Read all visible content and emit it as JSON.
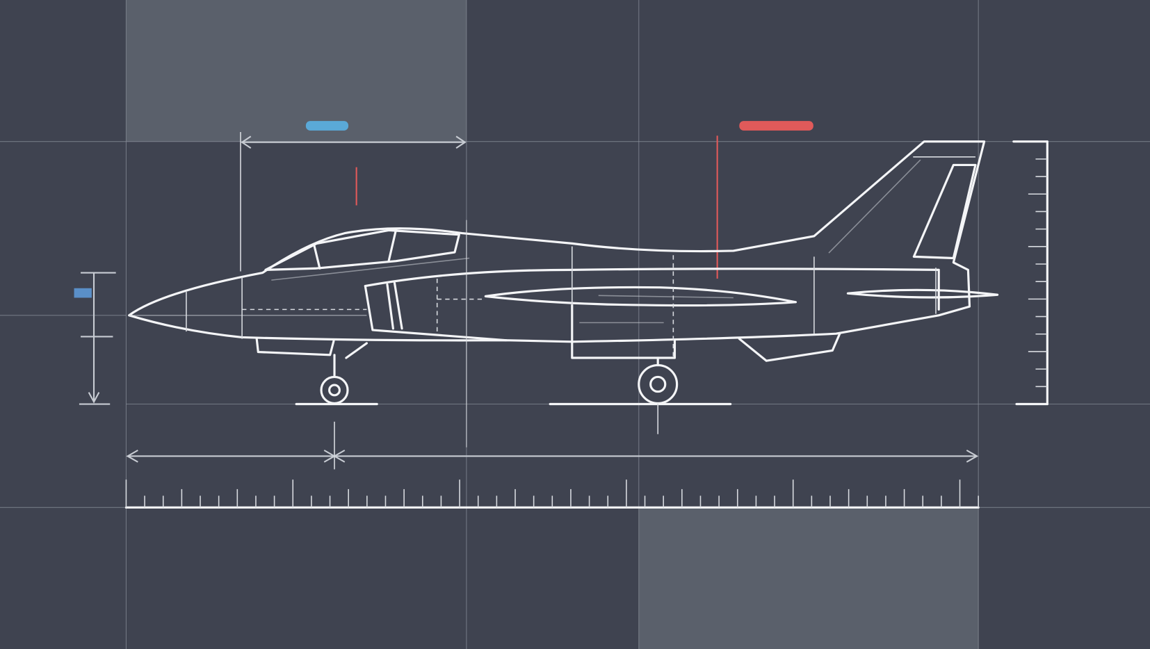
{
  "colors": {
    "background": "#3f4350",
    "highlight_panel": "#5a606b",
    "line": "#f4f5f7",
    "accent_blue": "#5aa9d8",
    "accent_red": "#e05a5a"
  },
  "icons": [
    "jet-aircraft-blueprint",
    "dimension-arrow",
    "ruler-scale"
  ]
}
